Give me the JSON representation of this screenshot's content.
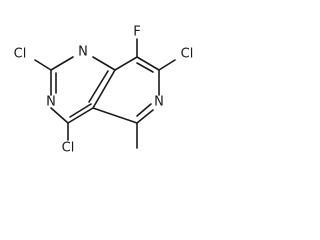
{
  "molecule": {
    "atoms": {
      "fluorine": "F",
      "chlorine_top_left": "Cl",
      "chlorine_right": "Cl",
      "chlorine_bottom": "Cl",
      "nitrogen_top": "N",
      "nitrogen_left": "N",
      "nitrogen_right": "N"
    },
    "colors": {
      "bond": "#1a1a1a",
      "label": "#1a1a1a",
      "background": "#ffffff"
    }
  }
}
